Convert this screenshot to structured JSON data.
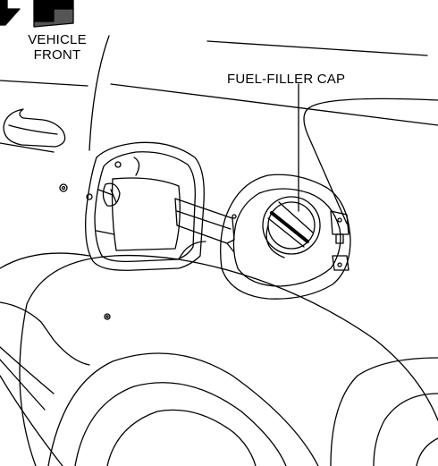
{
  "labels": {
    "vehicle_front_line1": "VEHICLE",
    "vehicle_front_line2": "FRONT",
    "fuel_filler_cap": "FUEL-FILLER CAP"
  },
  "colors": {
    "stroke": "#000000",
    "background": "#ffffff"
  }
}
